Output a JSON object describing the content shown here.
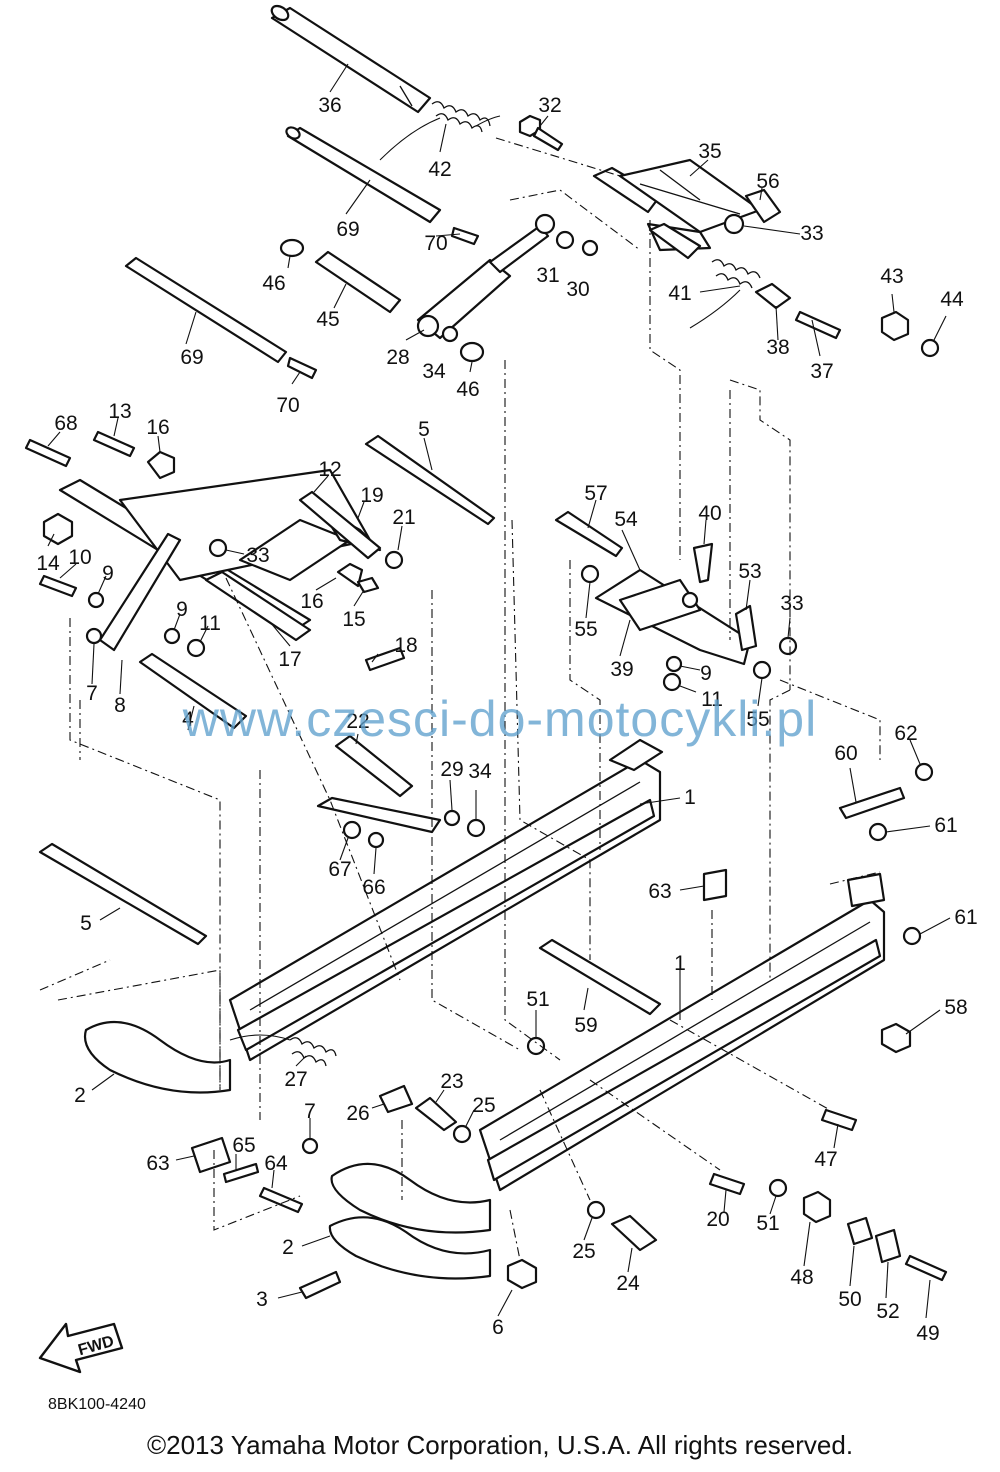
{
  "watermark": "www.czesci-do-motocykli.pl",
  "drawing_code": "8BK100-4240",
  "copyright": "©2013 Yamaha Motor Corporation, U.S.A. All rights reserved.",
  "fwd_label": "FWD",
  "callouts": [
    "36",
    "42",
    "32",
    "35",
    "56",
    "69",
    "70",
    "46",
    "45",
    "31",
    "30",
    "33",
    "41",
    "43",
    "44",
    "28",
    "34",
    "38",
    "37",
    "69",
    "70",
    "46",
    "68",
    "13",
    "16",
    "12",
    "5",
    "19",
    "21",
    "57",
    "54",
    "40",
    "14",
    "10",
    "9",
    "33",
    "9",
    "11",
    "16",
    "15",
    "55",
    "53",
    "33",
    "39",
    "9",
    "17",
    "18",
    "7",
    "8",
    "11",
    "55",
    "22",
    "4",
    "29",
    "34",
    "60",
    "62",
    "1",
    "67",
    "66",
    "61",
    "5",
    "63",
    "61",
    "1",
    "51",
    "59",
    "58",
    "2",
    "27",
    "7",
    "26",
    "23",
    "25",
    "47",
    "63",
    "65",
    "64",
    "20",
    "51",
    "48",
    "2",
    "25",
    "24",
    "50",
    "52",
    "3",
    "6",
    "49"
  ]
}
